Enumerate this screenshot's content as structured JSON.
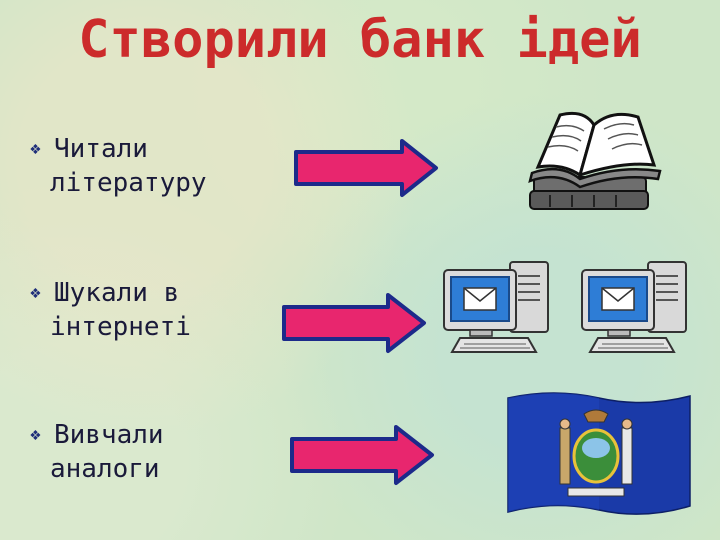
{
  "title": "Створили банк ідей",
  "items": [
    {
      "line1": "Читали",
      "line2": "літературу",
      "icon": "book-icon"
    },
    {
      "line1": "Шукали в",
      "line2": "інтернеті",
      "icon": "computer-email-icon"
    },
    {
      "line1": "Вивчали",
      "line2": "аналоги",
      "icon": "flag-icon"
    }
  ],
  "bullet_glyph": "❖",
  "colors": {
    "title": "#cc2b2b",
    "arrow_fill": "#e8266e",
    "arrow_stroke": "#1c2a8a",
    "flag": "#1a3aa8"
  }
}
